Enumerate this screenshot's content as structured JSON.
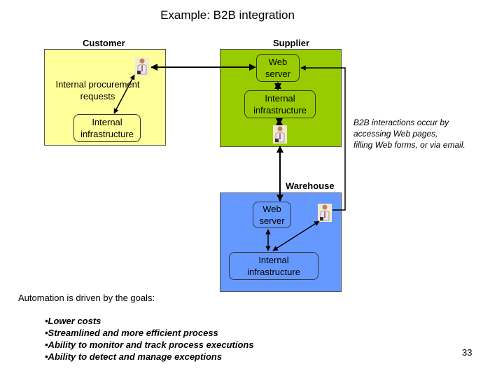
{
  "title": "Example: B2B integration",
  "sections": {
    "customer": {
      "label": "Customer",
      "color": "#ffff99",
      "procurement_text": [
        "Internal procurement",
        "requests"
      ],
      "infrastructure_box": [
        "Internal",
        "infrastructure"
      ]
    },
    "supplier": {
      "label": "Supplier",
      "color": "#99cc00",
      "web_server_box": [
        "Web",
        "server"
      ],
      "infrastructure_box": [
        "Internal",
        "infrastructure"
      ]
    },
    "warehouse": {
      "label": "Warehouse",
      "color": "#6699ff",
      "web_server_box": [
        "Web",
        "server"
      ],
      "infrastructure_box": [
        "Internal",
        "infrastructure"
      ]
    }
  },
  "note": [
    "B2B interactions occur by",
    "accessing Web pages,",
    "filling Web forms, or via email."
  ],
  "goals": {
    "intro": "Automation is driven by the goals:",
    "items": [
      "•Lower costs",
      "•Streamlined and more efficient process",
      "•Ability to monitor and track process executions",
      "•Ability to detect and manage exceptions"
    ]
  },
  "page_number": "33",
  "icons": {
    "person": "person-icon"
  }
}
